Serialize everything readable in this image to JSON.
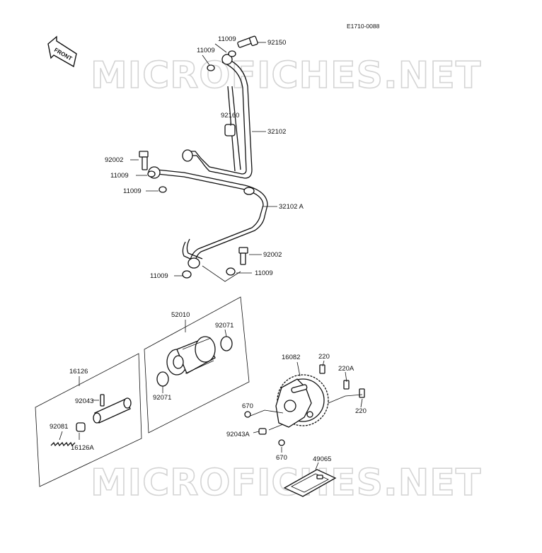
{
  "header": {
    "code": "E1710-0088",
    "front_label": "FRONT"
  },
  "watermarks": [
    "MICROFICHES.NET",
    "MICROFICHES.NET"
  ],
  "labels": {
    "l_11009_top": "11009",
    "l_11009_topleft": "11009",
    "l_92150": "92150",
    "l_92160": "92160",
    "l_32102": "32102",
    "l_92002_left": "92002",
    "l_11009_midleft1": "11009",
    "l_11009_midleft2": "11009",
    "l_32102A": "32102 A",
    "l_92002_right": "92002",
    "l_11009_botleft": "11009",
    "l_11009_botright": "11009",
    "l_52010": "52010",
    "l_92071_top": "92071",
    "l_92071_bot": "92071",
    "l_16126": "16126",
    "l_92043_left": "92043",
    "l_92081": "92081",
    "l_16126A": "16126A",
    "l_16082": "16082",
    "l_220_top": "220",
    "l_220A": "220A",
    "l_220_right": "220",
    "l_670_top": "670",
    "l_92043A": "92043A",
    "l_670_bot": "670",
    "l_49065": "49065"
  }
}
